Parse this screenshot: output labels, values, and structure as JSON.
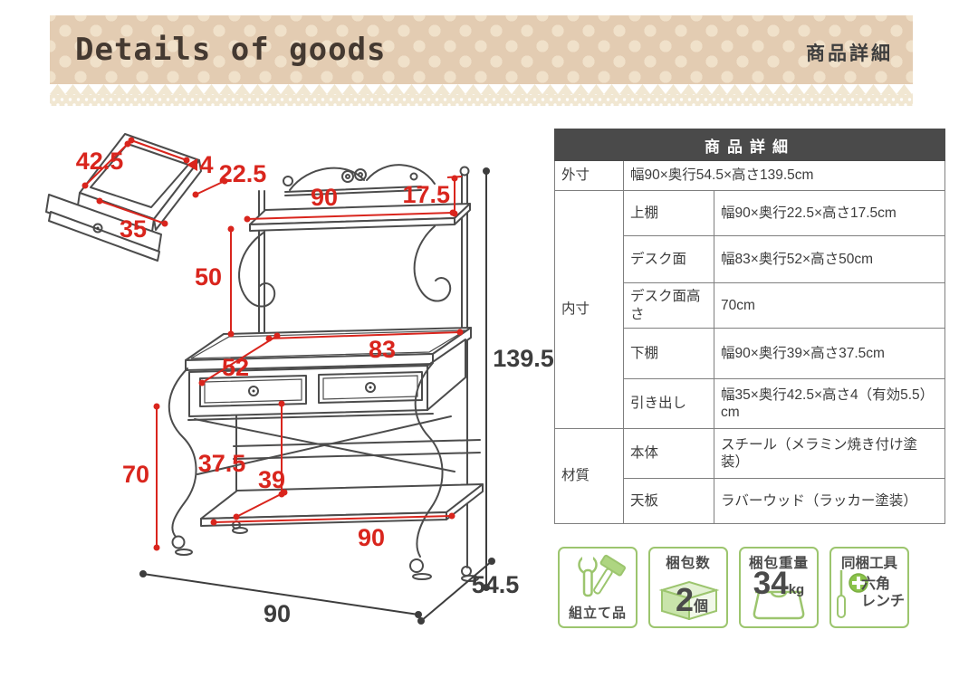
{
  "header": {
    "title": "Details of goods",
    "title_jp": "商品詳細"
  },
  "diagram": {
    "dimensions": {
      "drawer_depth": "42.5",
      "drawer_height": "4",
      "drawer_width": "35",
      "top_shelf_depth": "22.5",
      "top_shelf_width": "90",
      "top_section_height": "17.5",
      "mid_height": "50",
      "desk_width": "83",
      "desk_depth": "52",
      "desk_height": "70",
      "under_desk_height": "37.5",
      "bottom_shelf_depth": "39",
      "bottom_shelf_width": "90",
      "total_height": "139.5",
      "total_width": "90",
      "total_depth": "54.5"
    }
  },
  "spec_table": {
    "title": "商品詳細",
    "outer": {
      "label": "外寸",
      "value": "幅90×奥行54.5×高さ139.5cm"
    },
    "inner": {
      "label": "内寸",
      "rows": [
        {
          "sub": "上棚",
          "value": "幅90×奥行22.5×高さ17.5cm"
        },
        {
          "sub": "デスク面",
          "value": "幅83×奥行52×高さ50cm"
        },
        {
          "sub": "デスク面高さ",
          "value": "70cm"
        },
        {
          "sub": "下棚",
          "value": "幅90×奥行39×高さ37.5cm"
        },
        {
          "sub": "引き出し",
          "value": "幅35×奥行42.5×高さ4（有効5.5）cm"
        }
      ]
    },
    "material": {
      "label": "材質",
      "rows": [
        {
          "sub": "本体",
          "value": "スチール（メラミン焼き付け塗装）"
        },
        {
          "sub": "天板",
          "value": "ラバーウッド（ラッカー塗装）"
        }
      ]
    }
  },
  "badges": [
    {
      "icon": "wrench-hammer-icon",
      "label": "組立て品"
    },
    {
      "icon": "package-box-icon",
      "title": "梱包数",
      "value": "2",
      "unit": "個"
    },
    {
      "icon": "scale-icon",
      "title": "梱包重量",
      "value": "34",
      "unit": "kg"
    },
    {
      "icon": "screwdriver-plus-icon",
      "title": "同梱工具",
      "lines": [
        "六角",
        "レンチ"
      ]
    }
  ],
  "colors": {
    "accent_red": "#d9251d",
    "table_header_bg": "#4a4a4a",
    "badge_green": "#9cc56e",
    "header_beige": "#e3ccb2"
  }
}
